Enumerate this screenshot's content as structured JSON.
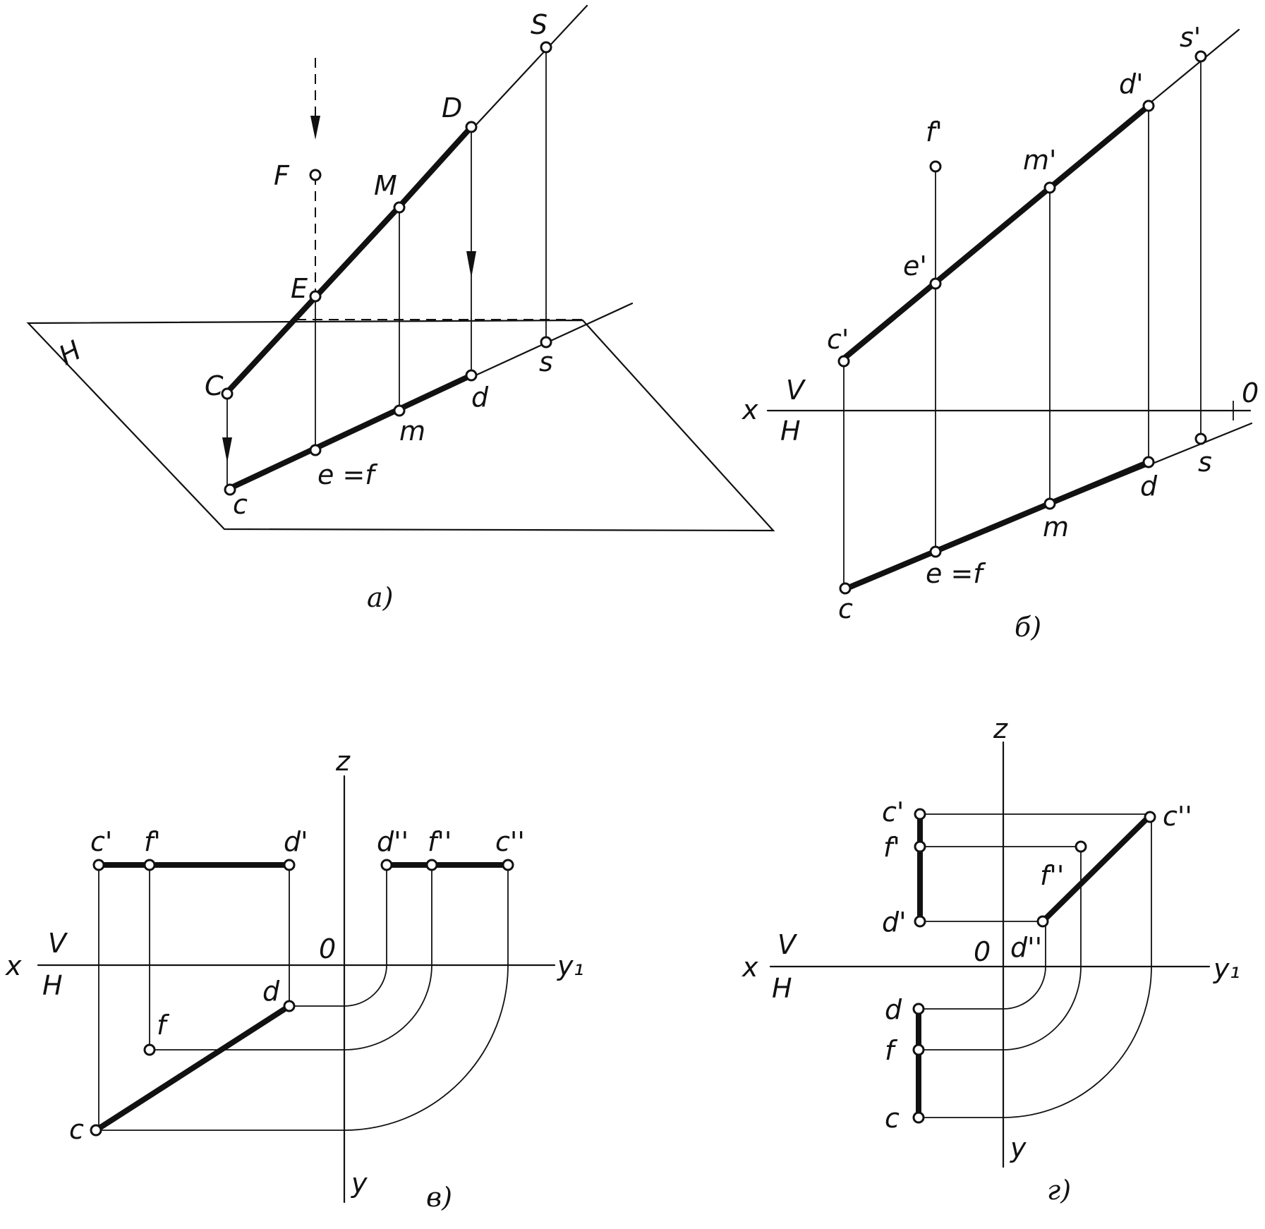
{
  "figure_a": {
    "caption": "а)",
    "plane_label": "H",
    "points_upper": [
      "S",
      "D",
      "F",
      "M",
      "E",
      "C"
    ],
    "points_lower": [
      "s",
      "d",
      "m",
      "e =f",
      "c"
    ]
  },
  "figure_b": {
    "caption": "б)",
    "axis": {
      "x": "x",
      "o": "0",
      "v": "V",
      "h": "H"
    },
    "points_upper": [
      "s'",
      "d'",
      "f'",
      "m'",
      "e'",
      "c'"
    ],
    "points_lower": [
      "s",
      "d",
      "m",
      "e =f",
      "c"
    ]
  },
  "figure_v": {
    "caption": "в)",
    "axis": {
      "x": "x",
      "o": "0",
      "v": "V",
      "h": "H",
      "z": "z",
      "y": "y",
      "y1": "y₁"
    },
    "points_front": [
      "c'",
      "f'",
      "d'"
    ],
    "points_side": [
      "d''",
      "f''",
      "c''"
    ],
    "points_top": [
      "d",
      "f",
      "c"
    ]
  },
  "figure_g": {
    "caption": "г)",
    "axis": {
      "x": "x",
      "o": "0",
      "v": "V",
      "h": "H",
      "z": "z",
      "y": "y",
      "y1": "y₁"
    },
    "points_front": [
      "c'",
      "f'",
      "d'"
    ],
    "points_side": [
      "c''",
      "f''",
      "d''"
    ],
    "points_top": [
      "d",
      "f",
      "c"
    ]
  }
}
